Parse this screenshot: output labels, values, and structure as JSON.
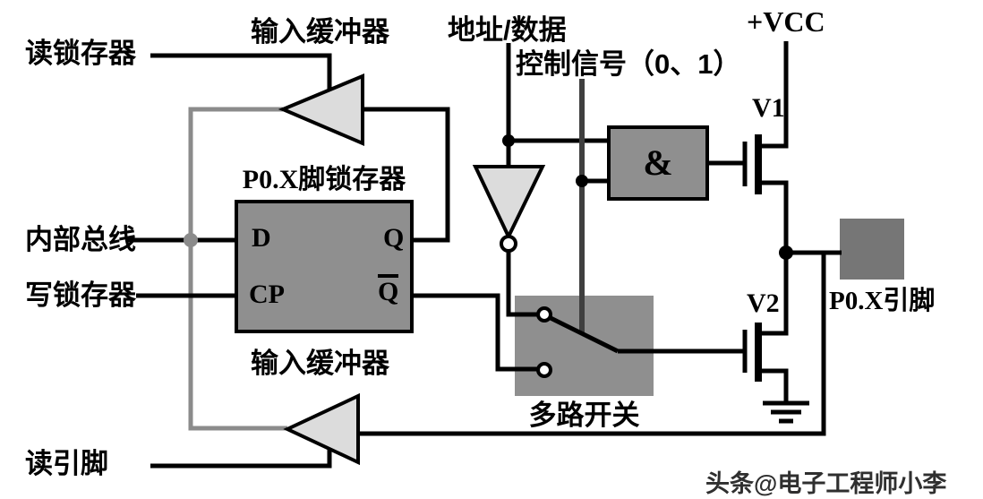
{
  "diagram": {
    "labels": {
      "read_latch": "读锁存器",
      "input_buffer_top": "输入缓冲器",
      "input_buffer_bottom": "输入缓冲器",
      "address_data": "地址/数据",
      "control_signal": "控制信号（0、1）",
      "vcc": "+VCC",
      "v1": "V1",
      "v2": "V2",
      "and_gate": "&",
      "latch_title": "P0.X脚锁存器",
      "latch_d": "D",
      "latch_q": "Q",
      "latch_cp": "CP",
      "latch_qbar": "Q",
      "internal_bus": "内部总线",
      "write_latch": "写锁存器",
      "multiplexer": "多路开关",
      "pin": "P0.X引脚",
      "read_pin": "读引脚"
    },
    "watermark": "头条@电子工程师小李",
    "colors": {
      "background": "#ffffff",
      "wire": "#000000",
      "control_wire": "#3f3f3f",
      "internal_bus_wire": "#8b8b8b",
      "block_fill": "#8f8f8f",
      "buffer_fill": "#dcdcdc",
      "pin_fill": "#767676",
      "watermark_text": "#2f2f2f"
    },
    "symbols": {
      "input_buffer_top": "left-pointing-triangle-buffer",
      "input_buffer_bottom": "left-pointing-triangle-buffer",
      "inverter": "down-pointing-triangle-with-bubble",
      "v1": "n-mosfet-transistor",
      "v2": "n-mosfet-transistor",
      "ground": "three-bar-ground-symbol",
      "mux": "gray-box-with-two-contacts-and-switch-arm"
    }
  }
}
